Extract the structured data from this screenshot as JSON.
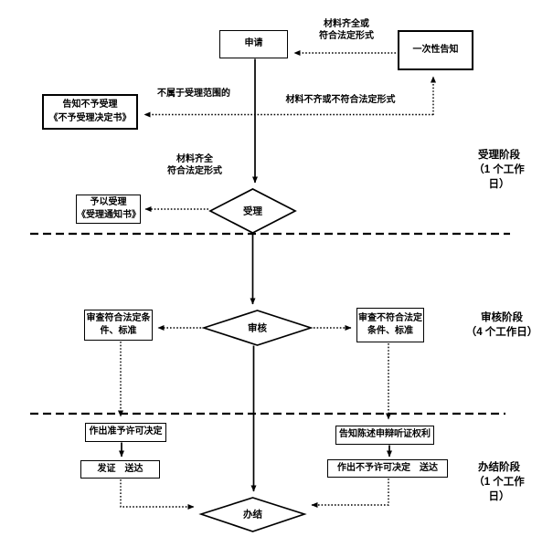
{
  "colors": {
    "line": "#000000",
    "background": "#ffffff"
  },
  "nodes": {
    "apply": "申请",
    "one_time_notice": "一次性告知",
    "reject_notice": "告知不予受理\n《不予受理决定书》",
    "accept_notice": "予以受理\n《受理通知书》",
    "review_pass": "审查符合法定条\n件、标准",
    "review_fail": "审查不符合法定\n条件、标准",
    "grant_decision": "作出准予许可决定",
    "issue_deliver": "发证　送达",
    "inform_rights": "告知陈述申辩听证权利",
    "deny_decision": "作出不予许可决定　送达"
  },
  "decisions": {
    "accept": "受理",
    "review": "审核",
    "complete": "办结"
  },
  "edge_labels": {
    "materials_complete_top": "材料齐全或\n符合法定形式",
    "not_in_scope": "不属于受理范围的",
    "materials_incomplete": "材料不齐或不符合法定形式",
    "materials_complete_mid": "材料齐全\n符合法定形式"
  },
  "stages": {
    "accept_stage": "受理阶段\n（1 个工作\n日）",
    "review_stage": "审核阶段\n（4 个工作日）",
    "complete_stage": "办结阶段\n（1 个工作\n日）"
  }
}
